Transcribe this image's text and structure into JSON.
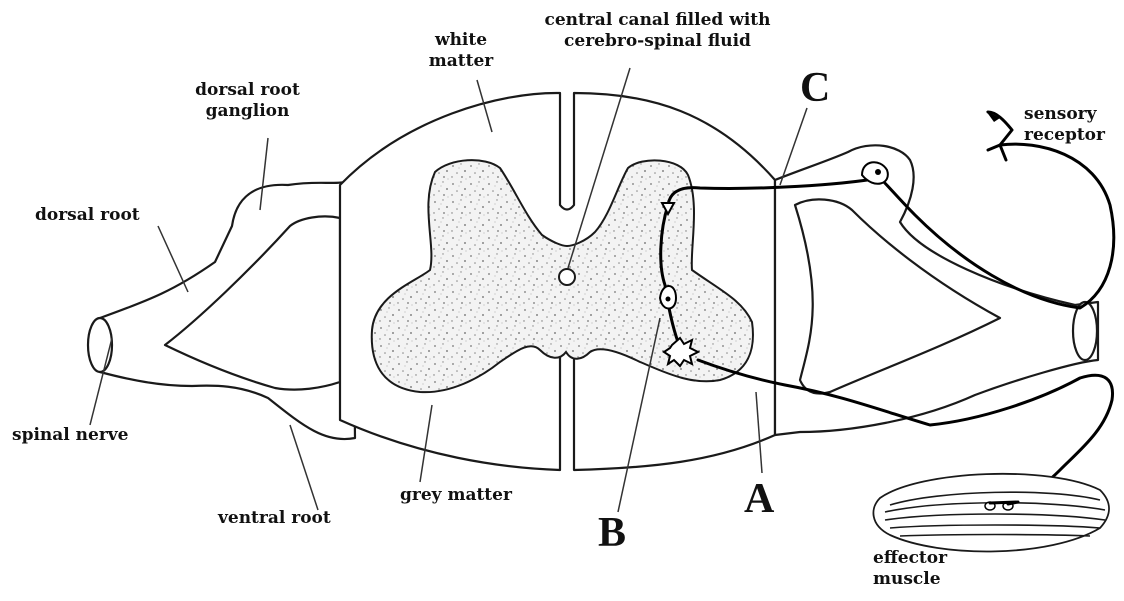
{
  "labels": {
    "central_canal_line1": "central canal filled with",
    "central_canal_line2": "cerebro-spinal fluid",
    "white_matter_line1": "white",
    "white_matter_line2": "matter",
    "drg_line1": "dorsal root",
    "drg_line2": "ganglion",
    "dorsal_root": "dorsal root",
    "spinal_nerve": "spinal nerve",
    "ventral_root": "ventral root",
    "grey_matter": "grey matter",
    "sensory_line1": "sensory",
    "sensory_line2": "receptor",
    "effector_line1": "effector",
    "effector_line2": "muscle"
  },
  "markers": {
    "a": "A",
    "b": "B",
    "c": "C"
  }
}
